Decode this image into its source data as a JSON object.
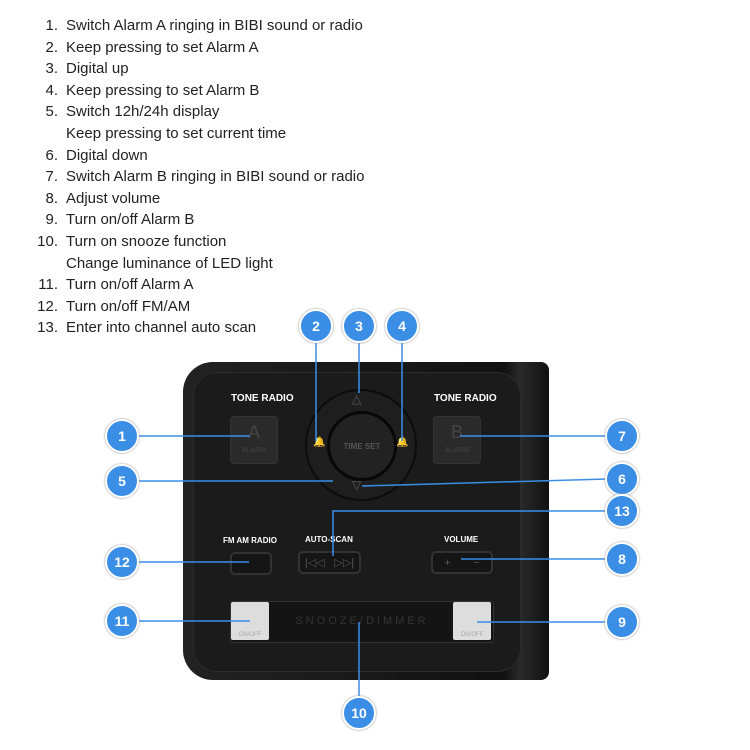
{
  "instructions": [
    {
      "n": "1.",
      "text": "Switch Alarm A ringing in BIBI sound or radio"
    },
    {
      "n": "2.",
      "text": "Keep pressing to set Alarm A"
    },
    {
      "n": "3.",
      "text": "Digital up"
    },
    {
      "n": "4.",
      "text": "Keep pressing to set Alarm B"
    },
    {
      "n": "5.",
      "text": "Switch 12h/24h display",
      "cont": "Keep pressing to set current time"
    },
    {
      "n": "6.",
      "text": "Digital down"
    },
    {
      "n": "7.",
      "text": "Switch Alarm B ringing in BIBI sound or radio"
    },
    {
      "n": "8.",
      "text": "Adjust volume"
    },
    {
      "n": "9.",
      "text": "Turn on/off Alarm B"
    },
    {
      "n": "10.",
      "text": "Turn on snooze function",
      "cont": "Change luminance of LED light"
    },
    {
      "n": "11.",
      "text": "Turn on/off Alarm A"
    },
    {
      "n": "12.",
      "text": "Turn on/off FM/AM"
    },
    {
      "n": "13.",
      "text": "Enter into channel auto scan"
    }
  ],
  "device": {
    "tone_radio_a": "TONE RADIO",
    "tone_radio_b": "TONE RADIO",
    "alarm_a_letter": "A",
    "alarm_b_letter": "B",
    "alarm_label": "ALARM",
    "time_set": "TIME SET",
    "fm_am": "FM AM RADIO",
    "auto_scan": "AUTO-SCAN",
    "volume": "VOLUME",
    "vol_plus": "+",
    "vol_minus": "−",
    "prev": "|◁◁",
    "next": "▷▷|",
    "snooze": "SNOOZE/DIMMER",
    "onoff": "ON/OFF",
    "up": "△",
    "down": "▽"
  },
  "callouts": [
    "1",
    "2",
    "3",
    "4",
    "5",
    "6",
    "7",
    "8",
    "9",
    "10",
    "11",
    "12",
    "13"
  ],
  "accent": "#3a8ee6"
}
